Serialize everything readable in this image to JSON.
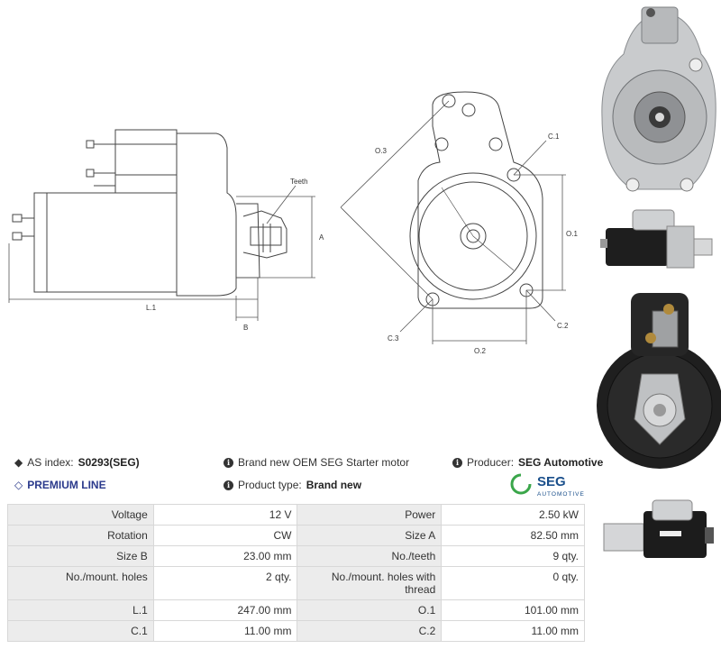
{
  "drawing_labels": {
    "teeth": "Teeth",
    "a": "A",
    "b": "B",
    "l1": "L.1",
    "o1": "O.1",
    "o2": "O.2",
    "o3": "O.3",
    "c1": "C.1",
    "c2": "C.2",
    "c3": "C.3"
  },
  "info": {
    "as_index_label": "AS index:",
    "as_index_value": "S0293(SEG)",
    "premium": "PREMIUM LINE",
    "description": "Brand new OEM SEG Starter motor",
    "product_type_label": "Product type:",
    "product_type_value": "Brand new",
    "producer_label": "Producer:",
    "producer_value": "SEG Automotive"
  },
  "logo": {
    "brand": "SEG",
    "sub": "AUTOMOTIVE",
    "colors": {
      "green": "#3aa64a",
      "blue": "#1a4f8b"
    }
  },
  "specs": [
    {
      "l1": "Voltage",
      "v1": "12 V",
      "l2": "Power",
      "v2": "2.50 kW"
    },
    {
      "l1": "Rotation",
      "v1": "CW",
      "l2": "Size A",
      "v2": "82.50 mm"
    },
    {
      "l1": "Size B",
      "v1": "23.00 mm",
      "l2": "No./teeth",
      "v2": "9 qty."
    },
    {
      "l1": "No./mount. holes",
      "v1": "2 qty.",
      "l2": "No./mount. holes with thread",
      "v2": "0 qty."
    },
    {
      "l1": "L.1",
      "v1": "247.00 mm",
      "l2": "O.1",
      "v2": "101.00 mm"
    },
    {
      "l1": "C.1",
      "v1": "11.00 mm",
      "l2": "C.2",
      "v2": "11.00 mm"
    }
  ]
}
